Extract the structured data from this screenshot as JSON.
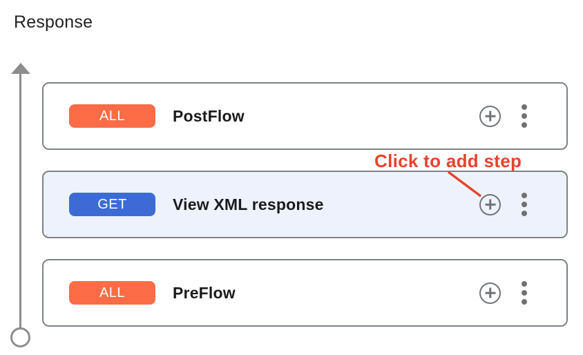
{
  "title": "Response",
  "annotation": {
    "label": "Click to add step",
    "color": "#e8432d"
  },
  "flow": {
    "cards": [
      {
        "verb": "ALL",
        "verb_color": "#fb6c47",
        "label": "PostFlow",
        "highlighted": false
      },
      {
        "verb": "GET",
        "verb_color": "#3c6bd6",
        "label": "View XML response",
        "highlighted": true
      },
      {
        "verb": "ALL",
        "verb_color": "#fb6c47",
        "label": "PreFlow",
        "highlighted": false
      }
    ],
    "icons": {
      "add_step": "plus-circle-icon",
      "more": "vertical-ellipsis-icon",
      "direction": "up-arrow-with-terminal-circle"
    }
  },
  "colors": {
    "badge_all": "#fb6c47",
    "badge_get": "#3c6bd6",
    "highlighted_card_bg": "#edf2fc",
    "card_border": "#7d8287",
    "arrow_gray": "#8d8d8d",
    "annotation_red": "#e8432d"
  }
}
